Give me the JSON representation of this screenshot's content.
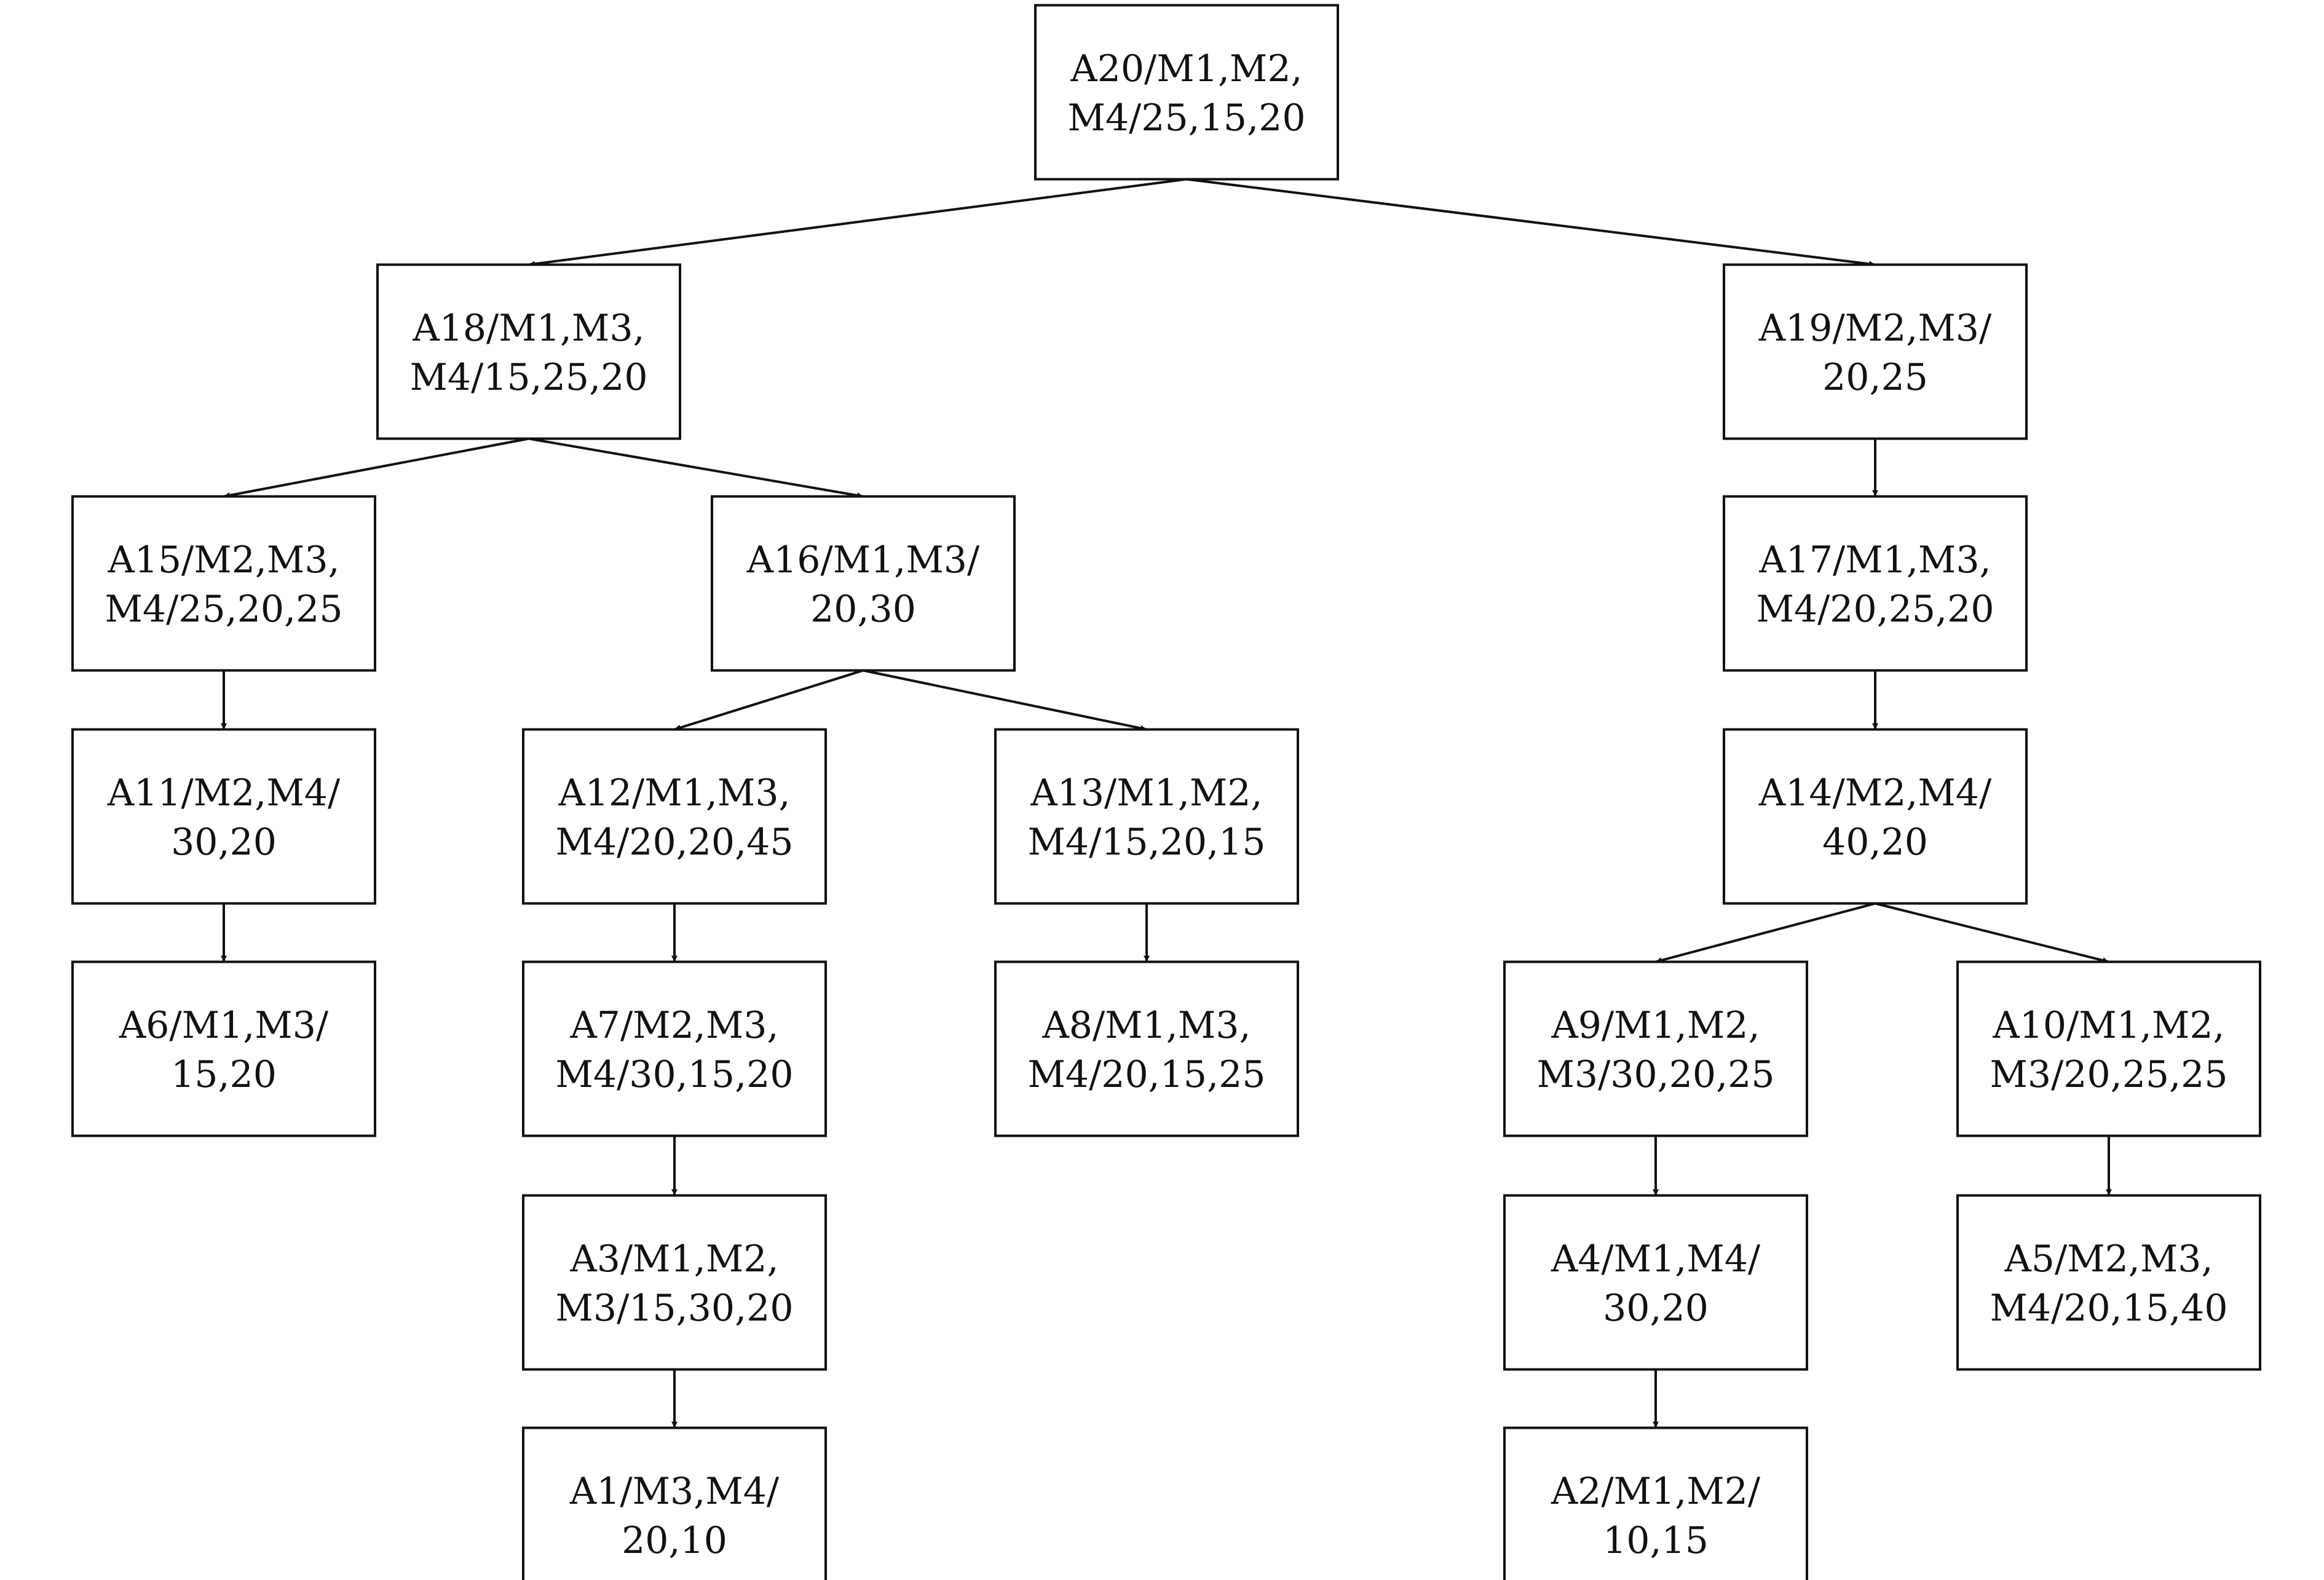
{
  "nodes": [
    {
      "id": "A20",
      "line1": "A20/M1,M2,",
      "line2": "M4/25,15,20"
    },
    {
      "id": "A18",
      "line1": "A18/M1,M3,",
      "line2": "M4/15,25,20"
    },
    {
      "id": "A19",
      "line1": "A19/M2,M3/",
      "line2": "20,25"
    },
    {
      "id": "A15",
      "line1": "A15/M2,M3,",
      "line2": "M4/25,20,25"
    },
    {
      "id": "A16",
      "line1": "A16/M1,M3/",
      "line2": "20,30"
    },
    {
      "id": "A17",
      "line1": "A17/M1,M3,",
      "line2": "M4/20,25,20"
    },
    {
      "id": "A11",
      "line1": "A11/M2,M4/",
      "line2": "30,20"
    },
    {
      "id": "A12",
      "line1": "A12/M1,M3,",
      "line2": "M4/20,20,45"
    },
    {
      "id": "A13",
      "line1": "A13/M1,M2,",
      "line2": "M4/15,20,15"
    },
    {
      "id": "A14",
      "line1": "A14/M2,M4/",
      "line2": "40,20"
    },
    {
      "id": "A6",
      "line1": "A6/M1,M3/",
      "line2": "15,20"
    },
    {
      "id": "A7",
      "line1": "A7/M2,M3,",
      "line2": "M4/30,15,20"
    },
    {
      "id": "A8",
      "line1": "A8/M1,M3,",
      "line2": "M4/20,15,25"
    },
    {
      "id": "A9",
      "line1": "A9/M1,M2,",
      "line2": "M3/30,20,25"
    },
    {
      "id": "A10",
      "line1": "A10/M1,M2,",
      "line2": "M3/20,25,25"
    },
    {
      "id": "A3",
      "line1": "A3/M1,M2,",
      "line2": "M3/15,30,20"
    },
    {
      "id": "A4",
      "line1": "A4/M1,M4/",
      "line2": "30,20"
    },
    {
      "id": "A5",
      "line1": "A5/M2,M3,",
      "line2": "M4/20,15,40"
    },
    {
      "id": "A1",
      "line1": "A1/M3,M4/",
      "line2": "20,10"
    },
    {
      "id": "A2",
      "line1": "A2/M1,M2/",
      "line2": "10,15"
    }
  ],
  "edges": [
    {
      "from": "A20",
      "to": "A18"
    },
    {
      "from": "A20",
      "to": "A19"
    },
    {
      "from": "A18",
      "to": "A15"
    },
    {
      "from": "A18",
      "to": "A16"
    },
    {
      "from": "A19",
      "to": "A17"
    },
    {
      "from": "A15",
      "to": "A11"
    },
    {
      "from": "A11",
      "to": "A6"
    },
    {
      "from": "A16",
      "to": "A12"
    },
    {
      "from": "A16",
      "to": "A13"
    },
    {
      "from": "A12",
      "to": "A7"
    },
    {
      "from": "A7",
      "to": "A3"
    },
    {
      "from": "A3",
      "to": "A1"
    },
    {
      "from": "A13",
      "to": "A8"
    },
    {
      "from": "A17",
      "to": "A14"
    },
    {
      "from": "A14",
      "to": "A9"
    },
    {
      "from": "A14",
      "to": "A10"
    },
    {
      "from": "A9",
      "to": "A4"
    },
    {
      "from": "A4",
      "to": "A2"
    },
    {
      "from": "A10",
      "to": "A5"
    }
  ]
}
